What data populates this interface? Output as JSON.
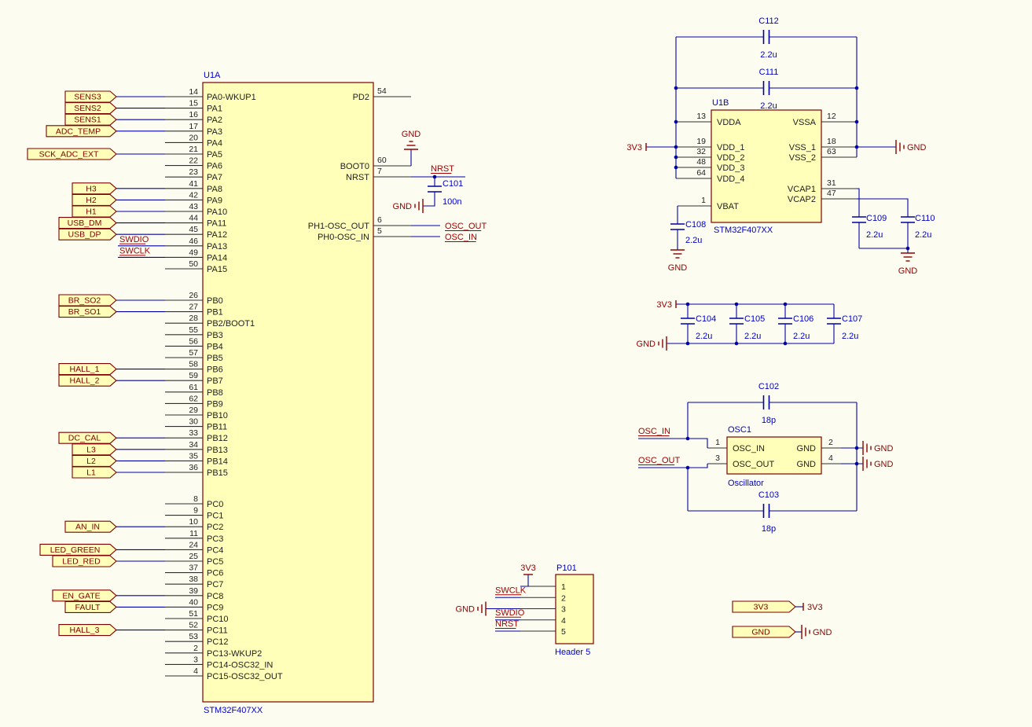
{
  "power": {
    "gnd": "GND",
    "v33": "3V3"
  },
  "colors": {
    "background": "#FCFCF0",
    "part_fill": "#FFFFB9",
    "part_border": "#7F0000",
    "wire": "#0000A5",
    "pin": "#303030",
    "pin_number": "#1E1E1E",
    "pin_name": "#1E1E1E",
    "designator": "#0000C8",
    "net_label": "#A80000",
    "power_symbol": "#8F0000",
    "flag_fill": "#FFFFB9",
    "flag_border": "#7F0000",
    "flag_text": "#7F0000"
  },
  "u1a": {
    "designator": "U1A",
    "part": "STM32F407XX",
    "groups": [
      {
        "pins": [
          {
            "num": "14",
            "name": "PA0-WKUP1",
            "port": "SENS3"
          },
          {
            "num": "15",
            "name": "PA1",
            "port": "SENS2"
          },
          {
            "num": "16",
            "name": "PA2",
            "port": "SENS1"
          },
          {
            "num": "17",
            "name": "PA3",
            "port": "ADC_TEMP"
          },
          {
            "num": "20",
            "name": "PA4"
          },
          {
            "num": "21",
            "name": "PA5",
            "port": "SCK_ADC_EXT"
          },
          {
            "num": "22",
            "name": "PA6"
          },
          {
            "num": "23",
            "name": "PA7"
          },
          {
            "num": "41",
            "name": "PA8",
            "port": "H3"
          },
          {
            "num": "42",
            "name": "PA9",
            "port": "H2"
          },
          {
            "num": "43",
            "name": "PA10",
            "port": "H1"
          },
          {
            "num": "44",
            "name": "PA11",
            "port": "USB_DM"
          },
          {
            "num": "45",
            "name": "PA12",
            "port": "USB_DP"
          },
          {
            "num": "46",
            "name": "PA13",
            "label": "SWDIO"
          },
          {
            "num": "49",
            "name": "PA14",
            "label": "SWCLK"
          },
          {
            "num": "50",
            "name": "PA15"
          }
        ]
      },
      {
        "pins": [
          {
            "num": "26",
            "name": "PB0",
            "port": "BR_SO2"
          },
          {
            "num": "27",
            "name": "PB1",
            "port": "BR_SO1"
          },
          {
            "num": "28",
            "name": "PB2/BOOT1"
          },
          {
            "num": "55",
            "name": "PB3"
          },
          {
            "num": "56",
            "name": "PB4"
          },
          {
            "num": "57",
            "name": "PB5"
          },
          {
            "num": "58",
            "name": "PB6",
            "port": "HALL_1"
          },
          {
            "num": "59",
            "name": "PB7",
            "port": "HALL_2"
          },
          {
            "num": "61",
            "name": "PB8"
          },
          {
            "num": "62",
            "name": "PB9"
          },
          {
            "num": "29",
            "name": "PB10"
          },
          {
            "num": "30",
            "name": "PB11"
          },
          {
            "num": "33",
            "name": "PB12",
            "port": "DC_CAL"
          },
          {
            "num": "34",
            "name": "PB13",
            "port": "L3"
          },
          {
            "num": "35",
            "name": "PB14",
            "port": "L2"
          },
          {
            "num": "36",
            "name": "PB15",
            "port": "L1"
          }
        ]
      },
      {
        "pins": [
          {
            "num": "8",
            "name": "PC0"
          },
          {
            "num": "9",
            "name": "PC1"
          },
          {
            "num": "10",
            "name": "PC2",
            "port": "AN_IN"
          },
          {
            "num": "11",
            "name": "PC3"
          },
          {
            "num": "24",
            "name": "PC4",
            "port": "LED_GREEN"
          },
          {
            "num": "25",
            "name": "PC5",
            "port": "LED_RED"
          },
          {
            "num": "37",
            "name": "PC6"
          },
          {
            "num": "38",
            "name": "PC7"
          },
          {
            "num": "39",
            "name": "PC8",
            "port": "EN_GATE"
          },
          {
            "num": "40",
            "name": "PC9",
            "port": "FAULT"
          },
          {
            "num": "51",
            "name": "PC10"
          },
          {
            "num": "52",
            "name": "PC11",
            "port": "HALL_3"
          },
          {
            "num": "53",
            "name": "PC12"
          },
          {
            "num": "2",
            "name": "PC13-WKUP2"
          },
          {
            "num": "3",
            "name": "PC14-OSC32_IN"
          },
          {
            "num": "4",
            "name": "PC15-OSC32_OUT"
          }
        ]
      }
    ],
    "right_pins": [
      {
        "num": "54",
        "name": "PD2"
      },
      {
        "num": "60",
        "name": "BOOT0"
      },
      {
        "num": "7",
        "name": "NRST",
        "label": "NRST"
      },
      {
        "num": "6",
        "name": "PH1-OSC_OUT",
        "label": "OSC_OUT"
      },
      {
        "num": "5",
        "name": "PH0-OSC_IN",
        "label": "OSC_IN"
      }
    ]
  },
  "c101": {
    "designator": "C101",
    "value": "100n"
  },
  "u1b": {
    "designator": "U1B",
    "part": "STM32F407XX",
    "left_pins": [
      {
        "num": "13",
        "name": "VDDA"
      },
      {
        "num": "19",
        "name": "VDD_1"
      },
      {
        "num": "32",
        "name": "VDD_2"
      },
      {
        "num": "48",
        "name": "VDD_3"
      },
      {
        "num": "64",
        "name": "VDD_4"
      },
      {
        "num": "1",
        "name": "VBAT"
      }
    ],
    "right_pins": [
      {
        "num": "12",
        "name": "VSSA"
      },
      {
        "num": "18",
        "name": "VSS_1"
      },
      {
        "num": "63",
        "name": "VSS_2"
      },
      {
        "num": "31",
        "name": "VCAP1"
      },
      {
        "num": "47",
        "name": "VCAP2"
      }
    ]
  },
  "top_caps": [
    {
      "designator": "C112",
      "value": "2.2u"
    },
    {
      "designator": "C111",
      "value": "2.2u"
    }
  ],
  "vbat_cap": {
    "designator": "C108",
    "value": "2.2u"
  },
  "vcap_caps": [
    {
      "designator": "C109",
      "value": "2.2u"
    },
    {
      "designator": "C110",
      "value": "2.2u"
    }
  ],
  "decoupling": {
    "caps": [
      {
        "designator": "C104",
        "value": "2.2u"
      },
      {
        "designator": "C105",
        "value": "2.2u"
      },
      {
        "designator": "C106",
        "value": "2.2u"
      },
      {
        "designator": "C107",
        "value": "2.2u"
      }
    ]
  },
  "oscillator": {
    "designator": "OSC1",
    "part": "Oscillator",
    "net_in": "OSC_IN",
    "net_out": "OSC_OUT",
    "left_pins": [
      {
        "num": "1",
        "name": "OSC_IN"
      },
      {
        "num": "3",
        "name": "OSC_OUT"
      }
    ],
    "right_pins": [
      {
        "num": "2",
        "name": "GND"
      },
      {
        "num": "4",
        "name": "GND"
      }
    ],
    "caps": [
      {
        "designator": "C102",
        "value": "18p"
      },
      {
        "designator": "C103",
        "value": "18p"
      }
    ]
  },
  "header": {
    "designator": "P101",
    "part": "Header 5",
    "pins": [
      {
        "num": "1",
        "net": "3V3",
        "type": "power"
      },
      {
        "num": "2",
        "net": "SWCLK",
        "type": "label"
      },
      {
        "num": "3",
        "net": "GND",
        "type": "gnd"
      },
      {
        "num": "4",
        "net": "SWDIO",
        "type": "label"
      },
      {
        "num": "5",
        "net": "NRST",
        "type": "label"
      }
    ]
  },
  "corner_flags": [
    {
      "text": "3V3",
      "type": "power"
    },
    {
      "text": "GND",
      "type": "gnd"
    }
  ]
}
